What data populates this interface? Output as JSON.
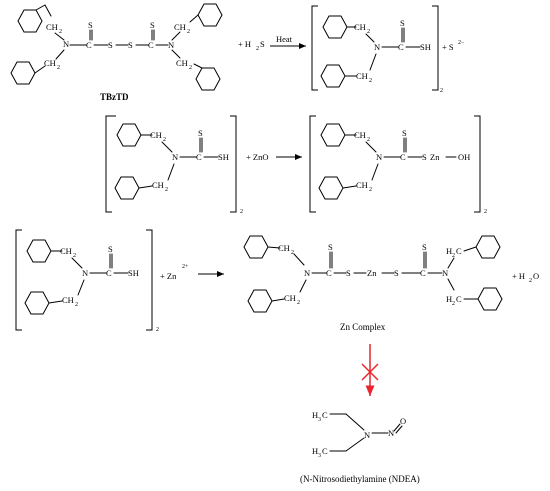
{
  "title": "",
  "colors": {
    "blocked_arrow": "#e8262d",
    "ink": "#000000"
  },
  "atoms": {
    "N": "N",
    "S": "S",
    "SH": "SH",
    "CH": "CH",
    "H": "H",
    "C": "C",
    "sub2": "2",
    "sub3": "3",
    "Zn": "Zn",
    "OH": "OH",
    "O": "O"
  },
  "reaction1": {
    "plus_reagent": "+ H",
    "reagent_sub": "2",
    "reagent_tail": "S",
    "condition": "Heat",
    "byproduct": "+ S",
    "byproduct_charge": "2−",
    "bracket_sub": "2",
    "reactant_name": "TBzTD"
  },
  "reaction2": {
    "reagent": "+ ZnO",
    "bracket_sub": "2"
  },
  "reaction3": {
    "reagent": "+ Zn",
    "reagent_charge": "2+",
    "bracket_sub": "2",
    "byproduct": "+ H",
    "byproduct_sub": "2",
    "byproduct_tail": "O",
    "product_name": "Zn Complex",
    "bottom_name": "(N-Nitrosodiethylamine (NDEA)"
  }
}
